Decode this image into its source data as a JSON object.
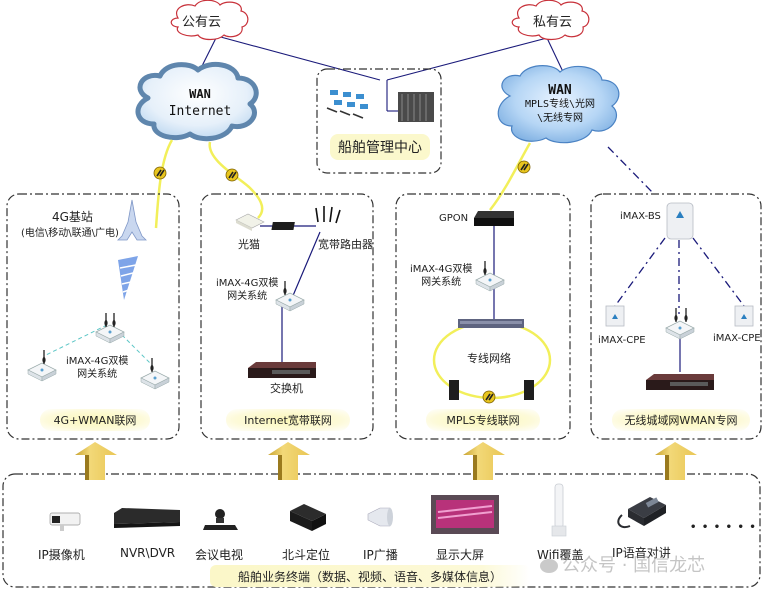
{
  "clouds": {
    "public_cloud": "公有云",
    "private_cloud": "私有云",
    "wan_internet": {
      "line1": "WAN",
      "line2": "Internet"
    },
    "wan_mpls": {
      "line1": "WAN",
      "line2": "MPLS专线\\光网",
      "line3": "\\无线专网"
    }
  },
  "management_center": {
    "label": "船舶管理中心"
  },
  "panels": [
    {
      "caption": "4G+WMAN联网",
      "labels": {
        "base_station": "4G基站",
        "operators": "(电信\\移动\\联通\\广电)",
        "gateway": "iMAX-4G双模",
        "gateway2": "网关系统"
      }
    },
    {
      "caption": "Internet宽带联网",
      "labels": {
        "optical_modem": "光猫",
        "router": "宽带路由器",
        "gateway": "iMAX-4G双模",
        "gateway2": "网关系统",
        "switch": "交换机"
      }
    },
    {
      "caption": "MPLS专线联网",
      "labels": {
        "gpon": "GPON",
        "gateway": "iMAX-4G双模",
        "gateway2": "网关系统",
        "ring": "专线网络"
      }
    },
    {
      "caption": "无线城域网WMAN专网",
      "labels": {
        "bs": "iMAX-BS",
        "cpe_left": "iMAX-CPE",
        "cpe_right": "iMAX-CPE"
      }
    }
  ],
  "terminals": {
    "caption": "船舶业务终端（数据、视频、语音、多媒体信息）",
    "items": [
      {
        "label": "IP摄像机",
        "icon": "ip-camera-icon"
      },
      {
        "label": "NVR\\DVR",
        "icon": "nvr-icon"
      },
      {
        "label": "会议电视",
        "icon": "conference-camera-icon"
      },
      {
        "label": "北斗定位",
        "icon": "beidou-icon"
      },
      {
        "label": "IP广播",
        "icon": "speaker-icon"
      },
      {
        "label": "显示大屏",
        "icon": "display-screen-icon"
      },
      {
        "label": "Wifi覆盖",
        "icon": "wifi-antenna-icon"
      },
      {
        "label": "IP语音对讲",
        "icon": "ip-phone-icon"
      }
    ],
    "more": "• • • • • •"
  },
  "watermark": "公众号 · 国信龙芯",
  "colors": {
    "link_blue": "#1a1a7a",
    "fiber_yellow": "#f2ef5a",
    "arrow_gold": "#e6c14a",
    "cloud_blue": "#a9cdf0",
    "cloud_border": "#5f86ad",
    "pill_yellow": "#fbf7b8"
  }
}
